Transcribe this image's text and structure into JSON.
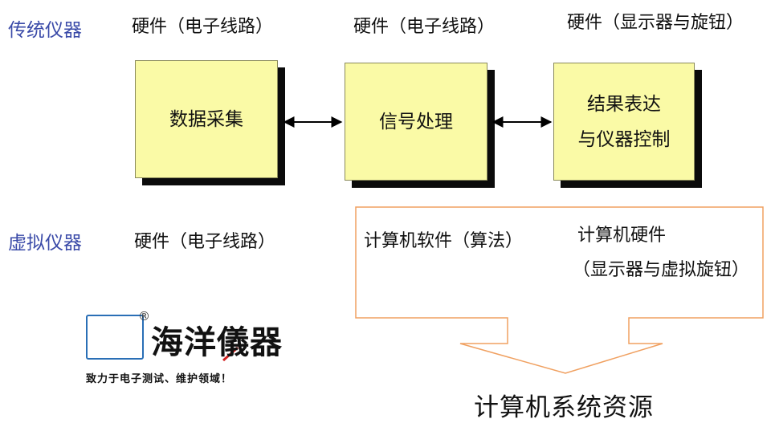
{
  "traditional": {
    "label": "传统仪器",
    "hw1": "硬件（电子线路）",
    "hw2": "硬件（电子线路）",
    "hw3": "硬件（显示器与旋钮）",
    "box_acq": "数据采集",
    "box_proc": "信号处理",
    "box_result_line1": "结果表达",
    "box_result_line2": "与仪器控制"
  },
  "virtual": {
    "label": "虚拟仪器",
    "hw1": "硬件（电子线路）",
    "software": "计算机软件（算法）",
    "hardware": "计算机硬件",
    "hardware_sub": "（显示器与虚拟旋钮）",
    "resources": "计算机系统资源"
  },
  "logo": {
    "name": "海洋儀器",
    "registered": "®",
    "slogan": "致力于电子测试、维护领域！"
  },
  "colors": {
    "box_fill": "#fafaa6",
    "label_blue": "#3a4aa8",
    "arrow_orange": "#f0a060",
    "logo_blue": "#2a6fb6"
  }
}
